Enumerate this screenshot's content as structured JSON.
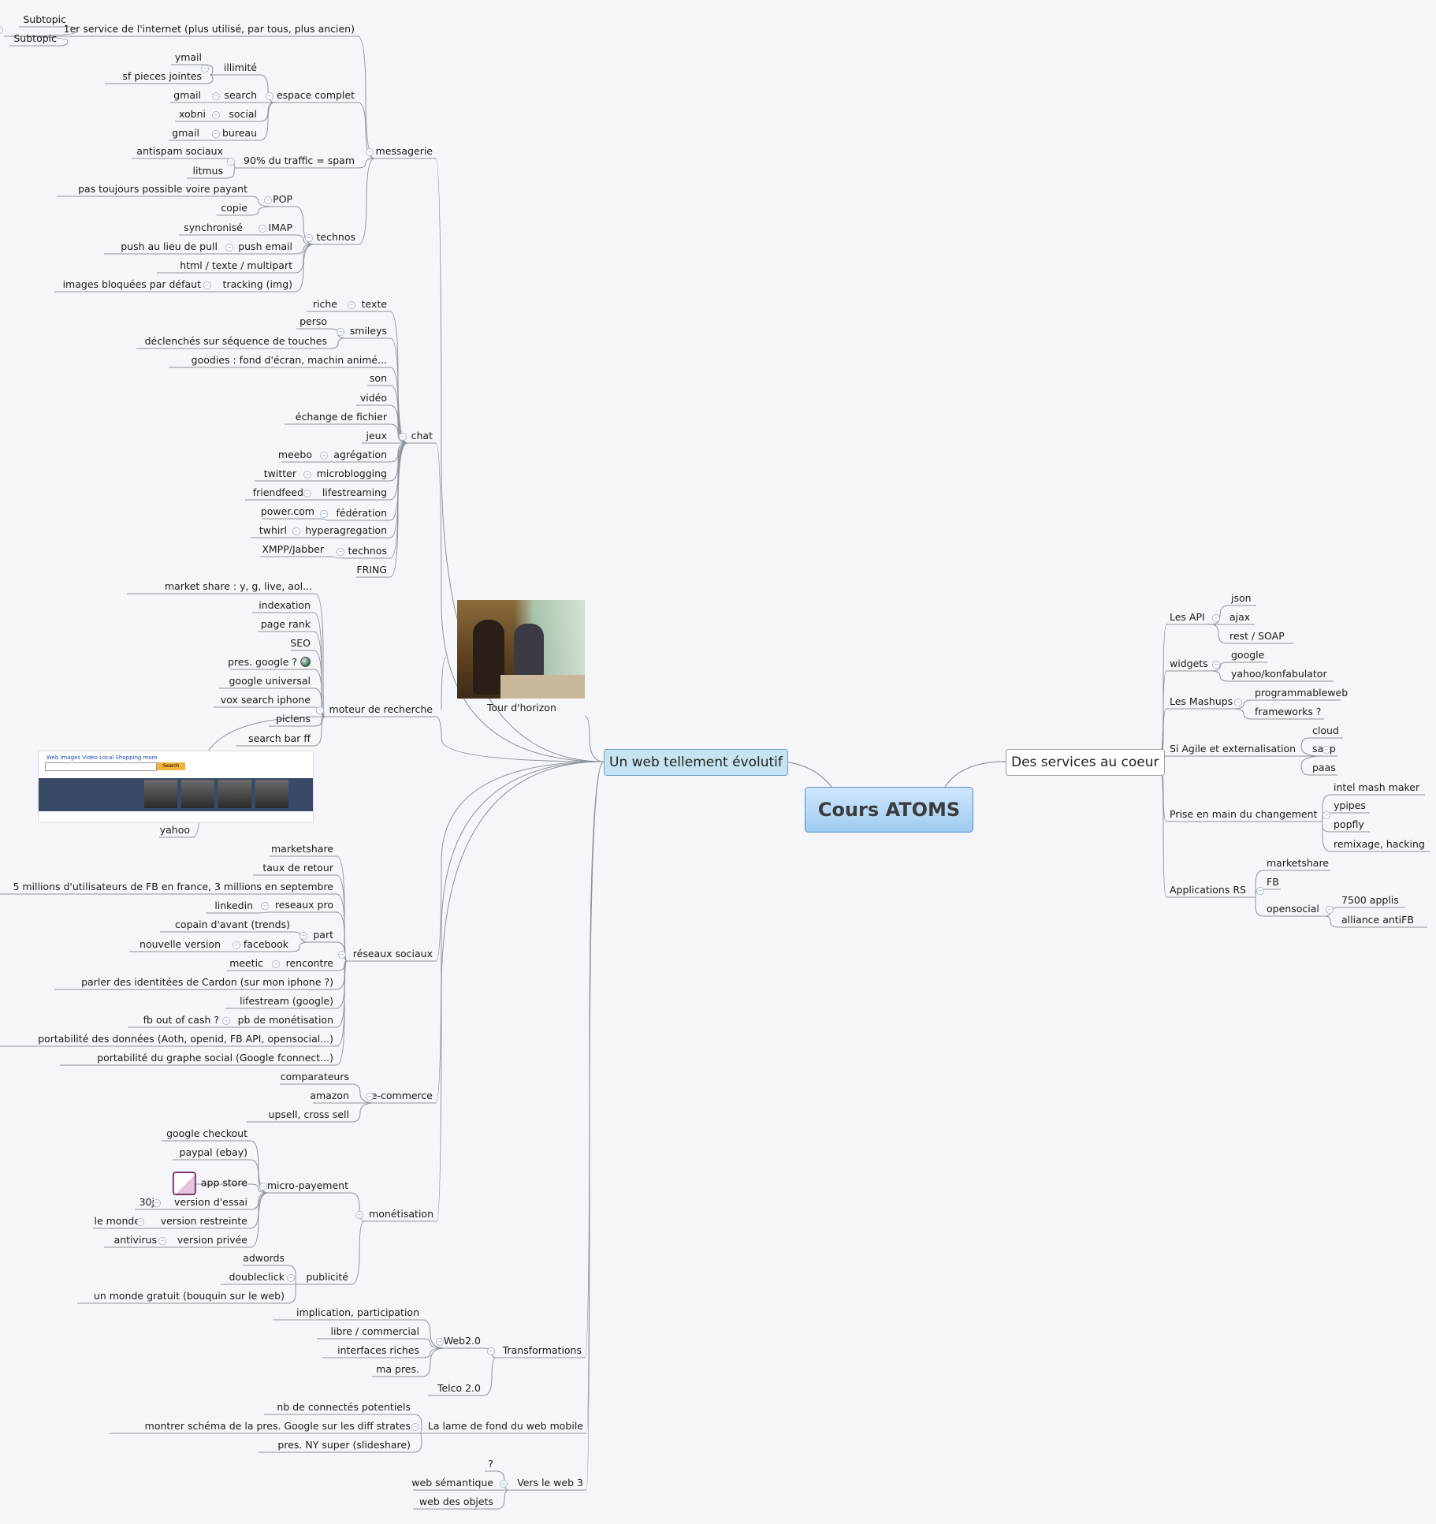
{
  "root": "Cours ATOMS",
  "left_main": "Un web tellement évolutif",
  "right_main": "Des services au coeur",
  "photo_caption": "Tour d'horizon",
  "nodes": {
    "subtopic1": "Subtopic",
    "subtopic2": "Subtopic",
    "service1": "1er service de l'internet (plus utilisé, par tous, plus ancien)",
    "ymail": "ymail",
    "sfpieces": "sf pieces jointes",
    "illimite": "illimité",
    "gmail1": "gmail",
    "search": "search",
    "xobni": "xobni",
    "social": "social",
    "gmail2": "gmail",
    "bureau": "bureau",
    "espace": "espace complet",
    "antispam": "antispam sociaux",
    "litmus": "litmus",
    "spam": "90% du traffic = spam",
    "messagerie": "messagerie",
    "paspossible": "pas toujours possible voire payant",
    "pop": "POP",
    "copie": "copie",
    "synchro": "synchronisé",
    "imap": "IMAP",
    "pushlieu": "push au lieu de pull",
    "pushemail": "push email",
    "html": "html / texte / multipart",
    "images": "images bloquées par défaut",
    "tracking": "tracking (img)",
    "technos1": "technos",
    "riche": "riche",
    "texte": "texte",
    "perso": "perso",
    "declenches": "déclenchés sur séquence de touches",
    "smileys": "smileys",
    "goodies": "goodies : fond d'écran, machin animé...",
    "son": "son",
    "video": "vidéo",
    "echange": "échange de fichier",
    "jeux": "jeux",
    "chat": "chat",
    "meebo": "meebo",
    "agregation": "agrégation",
    "twitter": "twitter",
    "microblogging": "microblogging",
    "friendfeed": "friendfeed",
    "lifestreaming": "lifestreaming",
    "powercom": "power.com",
    "federation": "fédération",
    "twhirl": "twhirl",
    "hyperagregation": "hyperagregation",
    "xmpp": "XMPP/Jabber",
    "technos2": "technos",
    "fring": "FRING",
    "marketshare1": "market share : y, g, live, aol...",
    "indexation": "indexation",
    "pagerank": "page rank",
    "seo": "SEO",
    "presgoogle": "pres. google ?",
    "googleuniversal": "google universal",
    "voxsearch": "vox search iphone",
    "piclens": "piclens",
    "searchbar": "search bar ff",
    "moteur": "moteur de recherche",
    "yahoo": "yahoo",
    "marketshare2": "marketshare",
    "tauxretour": "taux de retour",
    "cinqmillions": "5 millions d'utilisateurs de FB en france, 3 millions en septembre",
    "linkedin": "linkedin",
    "reseauxpro": "reseaux pro",
    "copain": "copain d'avant (trends)",
    "part": "part",
    "nouvelleversion": "nouvelle version",
    "facebook": "facebook",
    "meetic": "meetic",
    "rencontre": "rencontre",
    "parler": "parler des identitées de Cardon (sur mon iphone ?)",
    "lifestream": "lifestream (google)",
    "fboutofcash": "fb out of cash ?",
    "pbmonetisation": "pb de monétisation",
    "portabilite1": "portabilité des données (Aoth, openid, FB API, opensocial...)",
    "portabilite2": "portabilité du graphe social (Google fconnect...)",
    "reseauxsociaux": "réseaux sociaux",
    "comparateurs": "comparateurs",
    "amazon": "amazon",
    "upsell": "upsell, cross sell",
    "ecommerce": "e-commerce",
    "googlecheckout": "google checkout",
    "paypal": "paypal (ebay)",
    "appstore": "app store",
    "trentej": "30j",
    "versionessai": "version d'essai",
    "lemonde": "le monde",
    "versionrestreinte": "version restreinte",
    "antivirus": "antivirus",
    "versionprivee": "version privée",
    "micropayement": "micro-payement",
    "adwords": "adwords",
    "doubleclick": "doubleclick",
    "unmonde": "un monde gratuit (bouquin sur le web)",
    "publicite": "publicité",
    "monetisation": "monétisation",
    "implication": "implication, participation",
    "libre": "libre / commercial",
    "interfaces": "interfaces riches",
    "mapres": "ma pres.",
    "web20": "Web2.0",
    "telco": "Telco 2.0",
    "transformations": "Transformations",
    "nbconnectes": "nb de connectés potentiels",
    "montrer": "montrer schéma de la pres. Google sur les diff strates",
    "presny": "pres. NY super (slideshare)",
    "lame": "La lame de fond du web mobile",
    "question": "?",
    "websemantique": "web sémantique",
    "webobjets": "web des objets",
    "versweb3": "Vers le web 3",
    "lesapi": "Les API",
    "json": "json",
    "ajax": "ajax",
    "rest": "rest / SOAP",
    "widgets": "widgets",
    "google2": "google",
    "yahookonf": "yahoo/konfabulator",
    "mashups": "Les Mashups",
    "programmableweb": "programmableweb",
    "frameworks": "frameworks ?",
    "siagile": "Si Agile et externalisation",
    "cloud": "cloud",
    "saap": "saap",
    "paas": "paas",
    "prise": "Prise en main du changement",
    "intel": "intel mash maker",
    "ypipes": "ypipes",
    "popfly": "popfly",
    "remixage": "remixage, hacking",
    "applications": "Applications RS",
    "marketshare3": "marketshare",
    "fb": "FB",
    "opensocial": "opensocial",
    "applis": "7500 applis",
    "alliance": "alliance antiFB"
  },
  "screenshot": {
    "tabs": "Web  Images  Video  Local  Shopping  more",
    "button": "Search"
  }
}
